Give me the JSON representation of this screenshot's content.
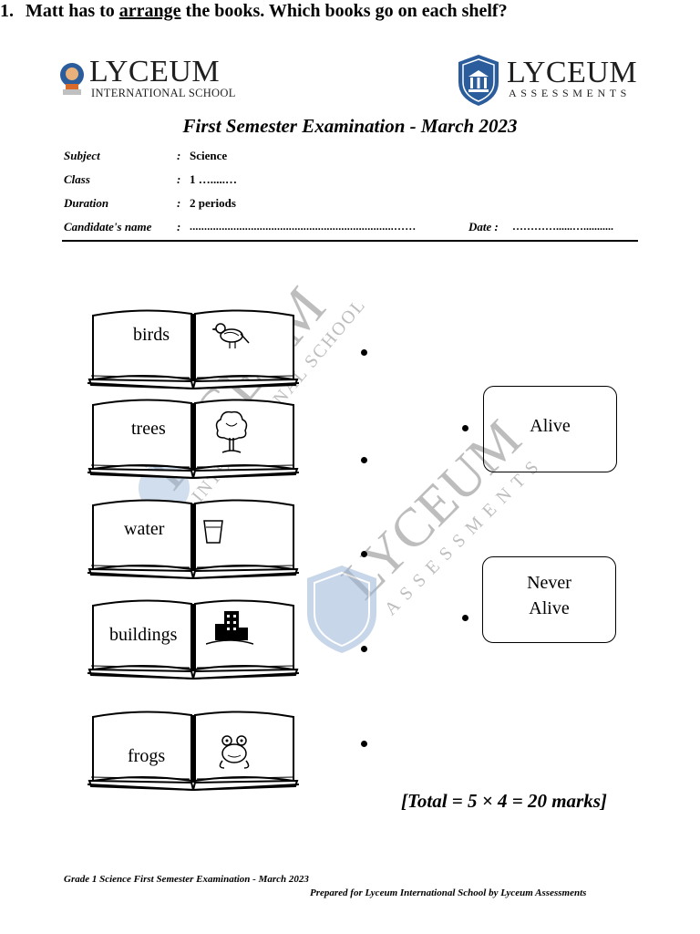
{
  "header": {
    "left_logo": {
      "title": "LYCEUM",
      "subtitle": "INTERNATIONAL SCHOOL"
    },
    "right_logo": {
      "title": "LYCEUM",
      "subtitle": "ASSESSMENTS"
    },
    "exam_title": "First Semester Examination - March 2023"
  },
  "info": {
    "subject_label": "Subject",
    "subject_value": "Science",
    "class_label": "Class",
    "class_value": "1 ….....…",
    "duration_label": "Duration",
    "duration_value": "2 periods",
    "candidate_label": "Candidate's name",
    "candidate_dots": "......................................................................……",
    "date_label": "Date :",
    "date_dots": "…………......…...........",
    "colon": ":"
  },
  "question": {
    "number": "1.",
    "text_before": "Matt has to ",
    "underlined": "arrange",
    "text_after": " the books. Which books go on each shelf?"
  },
  "books": [
    {
      "label": "birds",
      "icon": "bird-icon"
    },
    {
      "label": "trees",
      "icon": "tree-icon"
    },
    {
      "label": "water",
      "icon": "glass-icon"
    },
    {
      "label": "buildings",
      "icon": "buildings-icon"
    },
    {
      "label": "frogs",
      "icon": "frog-icon"
    }
  ],
  "answers": {
    "alive": "Alive",
    "never_line1": "Never",
    "never_line2": "Alive"
  },
  "total": "[Total = 5 × 4 = 20 marks]",
  "footer": {
    "left": "Grade 1 Science First Semester Examination - March 2023",
    "right": "Prepared for Lyceum International School by Lyceum Assessments"
  },
  "watermark": {
    "school_title": "LYCEUM",
    "school_sub": "INTERNATIONAL SCHOOL",
    "assess_title": "LYCEUM",
    "assess_sub": "ASSESSMENTS"
  },
  "colors": {
    "ink": "#000000",
    "logo_blue": "#2b5d9c",
    "watermark": "#b9b9b9"
  }
}
